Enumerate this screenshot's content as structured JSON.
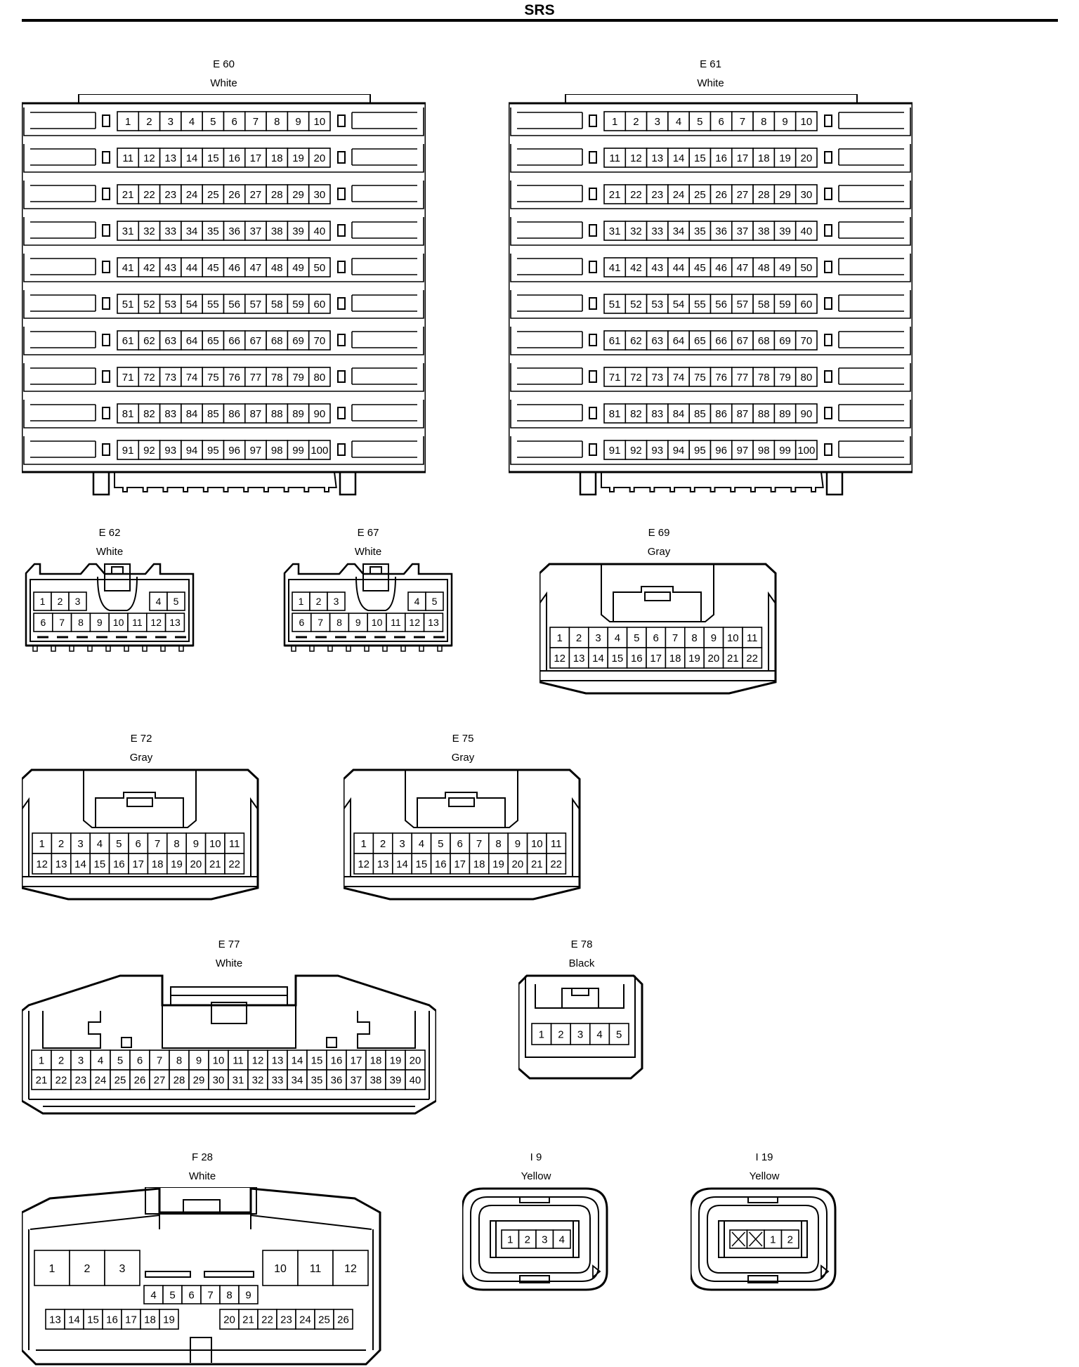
{
  "page": {
    "title": "SRS"
  },
  "connectors": [
    {
      "id": "E 60",
      "color": "White"
    },
    {
      "id": "E 61",
      "color": "White"
    },
    {
      "id": "E 62",
      "color": "White"
    },
    {
      "id": "E 67",
      "color": "White"
    },
    {
      "id": "E 69",
      "color": "Gray"
    },
    {
      "id": "E 72",
      "color": "Gray"
    },
    {
      "id": "E 75",
      "color": "Gray"
    },
    {
      "id": "E 77",
      "color": "White"
    },
    {
      "id": "E 78",
      "color": "Black"
    },
    {
      "id": "F 28",
      "color": "White"
    },
    {
      "id": "I 9",
      "color": "Yellow"
    },
    {
      "id": "I 19",
      "color": "Yellow"
    }
  ],
  "pin_layouts": {
    "E60": [
      [
        "1",
        "2",
        "3",
        "4",
        "5",
        "6",
        "7",
        "8",
        "9",
        "10"
      ],
      [
        "11",
        "12",
        "13",
        "14",
        "15",
        "16",
        "17",
        "18",
        "19",
        "20"
      ],
      [
        "21",
        "22",
        "23",
        "24",
        "25",
        "26",
        "27",
        "28",
        "29",
        "30"
      ],
      [
        "31",
        "32",
        "33",
        "34",
        "35",
        "36",
        "37",
        "38",
        "39",
        "40"
      ],
      [
        "41",
        "42",
        "43",
        "44",
        "45",
        "46",
        "47",
        "48",
        "49",
        "50"
      ],
      [
        "51",
        "52",
        "53",
        "54",
        "55",
        "56",
        "57",
        "58",
        "59",
        "60"
      ],
      [
        "61",
        "62",
        "63",
        "64",
        "65",
        "66",
        "67",
        "68",
        "69",
        "70"
      ],
      [
        "71",
        "72",
        "73",
        "74",
        "75",
        "76",
        "77",
        "78",
        "79",
        "80"
      ],
      [
        "81",
        "82",
        "83",
        "84",
        "85",
        "86",
        "87",
        "88",
        "89",
        "90"
      ],
      [
        "91",
        "92",
        "93",
        "94",
        "95",
        "96",
        "97",
        "98",
        "99",
        "100"
      ]
    ],
    "E61": [
      [
        "1",
        "2",
        "3",
        "4",
        "5",
        "6",
        "7",
        "8",
        "9",
        "10"
      ],
      [
        "11",
        "12",
        "13",
        "14",
        "15",
        "16",
        "17",
        "18",
        "19",
        "20"
      ],
      [
        "21",
        "22",
        "23",
        "24",
        "25",
        "26",
        "27",
        "28",
        "29",
        "30"
      ],
      [
        "31",
        "32",
        "33",
        "34",
        "35",
        "36",
        "37",
        "38",
        "39",
        "40"
      ],
      [
        "41",
        "42",
        "43",
        "44",
        "45",
        "46",
        "47",
        "48",
        "49",
        "50"
      ],
      [
        "51",
        "52",
        "53",
        "54",
        "55",
        "56",
        "57",
        "58",
        "59",
        "60"
      ],
      [
        "61",
        "62",
        "63",
        "64",
        "65",
        "66",
        "67",
        "68",
        "69",
        "70"
      ],
      [
        "71",
        "72",
        "73",
        "74",
        "75",
        "76",
        "77",
        "78",
        "79",
        "80"
      ],
      [
        "81",
        "82",
        "83",
        "84",
        "85",
        "86",
        "87",
        "88",
        "89",
        "90"
      ],
      [
        "91",
        "92",
        "93",
        "94",
        "95",
        "96",
        "97",
        "98",
        "99",
        "100"
      ]
    ],
    "E62": [
      [
        "1",
        "2",
        "3",
        "",
        "",
        "",
        "",
        "4",
        "5"
      ],
      [
        "6",
        "7",
        "8",
        "9",
        "10",
        "11",
        "12",
        "13"
      ]
    ],
    "E67": [
      [
        "1",
        "2",
        "3",
        "",
        "",
        "",
        "",
        "4",
        "5"
      ],
      [
        "6",
        "7",
        "8",
        "9",
        "10",
        "11",
        "12",
        "13"
      ]
    ],
    "E69": [
      [
        "1",
        "2",
        "3",
        "4",
        "5",
        "6",
        "7",
        "8",
        "9",
        "10",
        "11"
      ],
      [
        "12",
        "13",
        "14",
        "15",
        "16",
        "17",
        "18",
        "19",
        "20",
        "21",
        "22"
      ]
    ],
    "E72": [
      [
        "1",
        "2",
        "3",
        "4",
        "5",
        "6",
        "7",
        "8",
        "9",
        "10",
        "11"
      ],
      [
        "12",
        "13",
        "14",
        "15",
        "16",
        "17",
        "18",
        "19",
        "20",
        "21",
        "22"
      ]
    ],
    "E75": [
      [
        "1",
        "2",
        "3",
        "4",
        "5",
        "6",
        "7",
        "8",
        "9",
        "10",
        "11"
      ],
      [
        "12",
        "13",
        "14",
        "15",
        "16",
        "17",
        "18",
        "19",
        "20",
        "21",
        "22"
      ]
    ],
    "E77": [
      [
        "1",
        "2",
        "3",
        "4",
        "5",
        "6",
        "7",
        "8",
        "9",
        "10",
        "11",
        "12",
        "13",
        "14",
        "15",
        "16",
        "17",
        "18",
        "19",
        "20"
      ],
      [
        "21",
        "22",
        "23",
        "24",
        "25",
        "26",
        "27",
        "28",
        "29",
        "30",
        "31",
        "32",
        "33",
        "34",
        "35",
        "36",
        "37",
        "38",
        "39",
        "40"
      ]
    ],
    "E78": [
      [
        "1",
        "2",
        "3",
        "4",
        "5"
      ]
    ],
    "F28": {
      "top": [
        "1",
        "2",
        "3",
        "10",
        "11",
        "12"
      ],
      "middle": [
        "4",
        "5",
        "6",
        "7",
        "8",
        "9"
      ],
      "bottom_left": [
        "13",
        "14",
        "15",
        "16",
        "17",
        "18",
        "19"
      ],
      "bottom_right": [
        "20",
        "21",
        "22",
        "23",
        "24",
        "25",
        "26"
      ]
    },
    "I9": [
      [
        "1",
        "2",
        "3",
        "4"
      ]
    ],
    "I19": [
      [
        "X",
        "X",
        "1",
        "2"
      ]
    ]
  }
}
